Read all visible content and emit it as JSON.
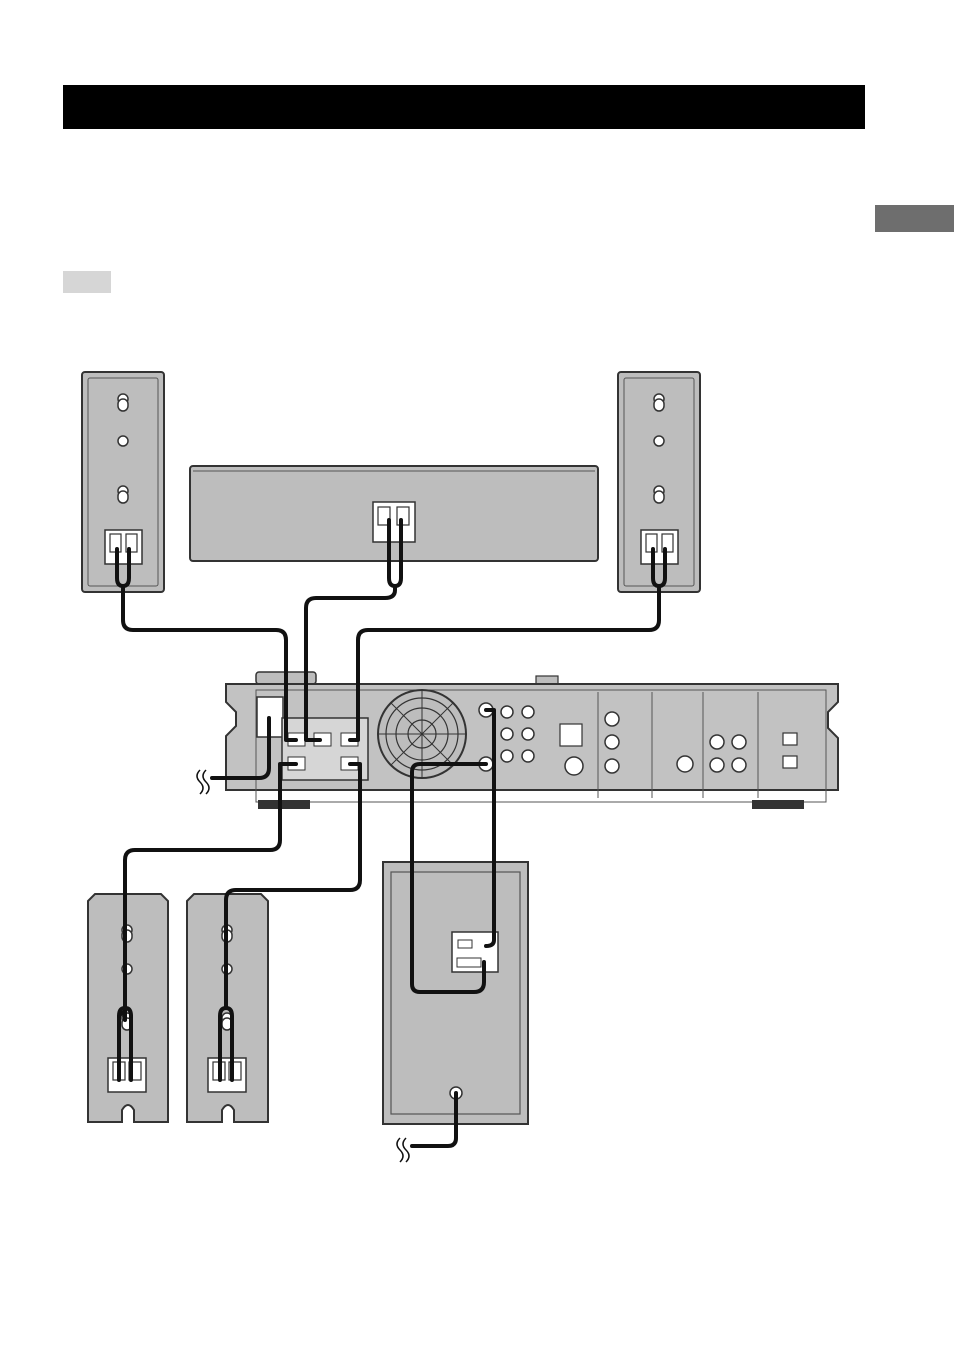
{
  "page": {
    "header_bar_color": "#000000",
    "side_tab_color": "#6e6e6e",
    "note_label_color": "#d6d6d6"
  },
  "diagram": {
    "speaker_fill": "#bdbdbd",
    "speaker_stroke": "#333333",
    "cable_color": "#111111",
    "unit_fill": "#c2c2c2",
    "components": [
      "front-left-speaker",
      "center-speaker",
      "front-right-speaker",
      "main-unit-rear-panel",
      "surround-left-speaker",
      "surround-right-speaker",
      "subwoofer"
    ]
  }
}
